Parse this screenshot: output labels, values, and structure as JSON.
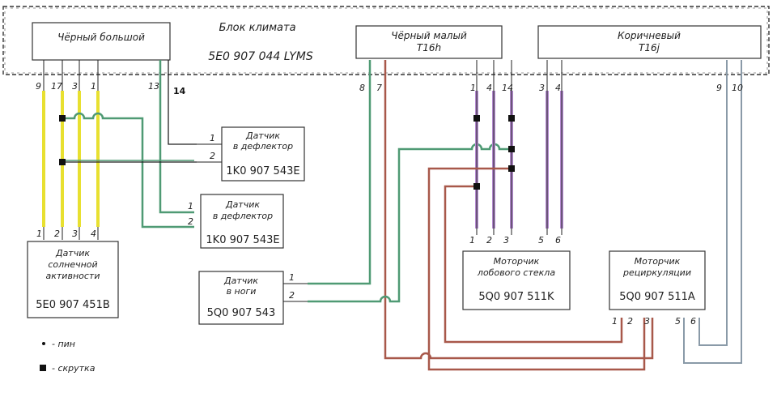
{
  "climate_unit": {
    "title": "Блок климата",
    "part_number": "5E0 907 044 LYMS",
    "connectors": {
      "black_large": {
        "label": "Чёрный большой",
        "pins": [
          "9",
          "17",
          "3",
          "1",
          "13"
        ]
      },
      "pin_14_label": "14",
      "black_small": {
        "label": "Чёрный малый",
        "code": "T16h",
        "pins": [
          "8",
          "7",
          "1",
          "4",
          "14"
        ]
      },
      "brown": {
        "label": "Коричневый",
        "code": "T16j",
        "pins": [
          "3",
          "4",
          "9",
          "10"
        ]
      }
    }
  },
  "devices": {
    "deflector_sensor_1": {
      "name_line1": "Датчик",
      "name_line2": "в дефлектор",
      "part_number": "1K0 907 543E",
      "pins": [
        "1",
        "2"
      ]
    },
    "deflector_sensor_2": {
      "name_line1": "Датчик",
      "name_line2": "в дефлектор",
      "part_number": "1K0 907 543E",
      "pins": [
        "1",
        "2"
      ]
    },
    "sun_sensor": {
      "name_line1": "Датчик",
      "name_line2": "солнечной",
      "name_line3": "активности",
      "part_number": "5E0 907 451B",
      "pins": [
        "1",
        "2",
        "3",
        "4"
      ]
    },
    "foot_sensor": {
      "name_line1": "Датчик",
      "name_line2": "в ноги",
      "part_number": "5Q0 907 543",
      "pins": [
        "1",
        "2"
      ]
    },
    "windshield_motor": {
      "name_line1": "Моторчик",
      "name_line2": "лобового стекла",
      "part_number": "5Q0 907 511K",
      "pins": [
        "1",
        "2",
        "3",
        "5",
        "6"
      ]
    },
    "recirculation_motor": {
      "name_line1": "Моторчик",
      "name_line2": "рециркуляции",
      "part_number": "5Q0 907 511A",
      "pins": [
        "1",
        "2",
        "3",
        "5",
        "6"
      ]
    }
  },
  "legend": {
    "pin_label": "- пин",
    "splice_label": "- скрутка"
  },
  "colors": {
    "yellow_wire": "#e8e030",
    "green_wire": "#4f9a74",
    "violet_wire": "#b48ad0",
    "brown_wire": "#a8584a",
    "gray_wire": "#8a9aa8",
    "black_wire": "#222222"
  }
}
